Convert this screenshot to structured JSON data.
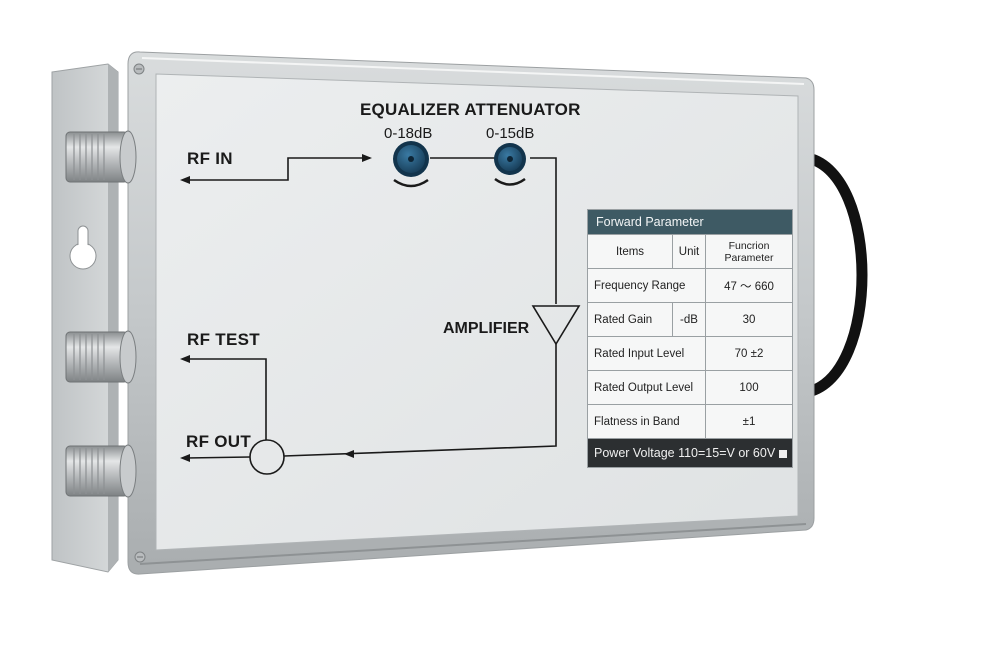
{
  "device": {
    "title": "EQUALIZER ATTENUATOR",
    "knobs": [
      {
        "range": "0-18dB"
      },
      {
        "range": "0-15dB"
      }
    ],
    "ports": {
      "rf_in": "RF IN",
      "rf_test": "RF TEST",
      "rf_out": "RF OUT"
    },
    "amplifier_label": "AMPLIFIER"
  },
  "parameter_table": {
    "title": "Forward Parameter",
    "headers": [
      "Items",
      "Unit",
      "Funcrion Parameter"
    ],
    "rows": [
      {
        "item": "Frequency Range",
        "unit": "",
        "value": "47 ～ 660"
      },
      {
        "item": "Rated Gain",
        "unit": "-dB",
        "value": "30"
      },
      {
        "item": "Rated Input Level",
        "unit": "",
        "value": "70 ±2"
      },
      {
        "item": "Rated Output Level",
        "unit": "",
        "value": "100"
      },
      {
        "item": "Flatness in Band",
        "unit": "",
        "value": "±1"
      }
    ],
    "footer": "Power Voltage 110=15=V or 60V"
  },
  "colors": {
    "panel": "#e6e8e9",
    "frame": "#c9cccd",
    "table_header": "#3e5a64",
    "table_footer": "#2c2f31",
    "knob": "#1d4f73",
    "cable": "#111111"
  }
}
